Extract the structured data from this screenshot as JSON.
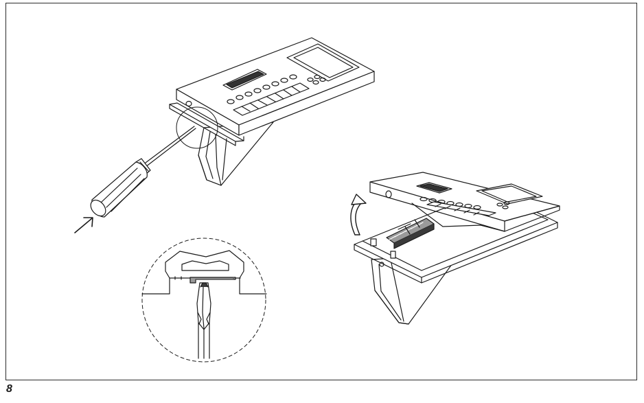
{
  "figure": {
    "number": "8",
    "line_color": "#1a1a1a",
    "fill_color": "#ffffff",
    "shade_light": "#cfcfcf",
    "shade_mid": "#9a9a9a",
    "shade_dark": "#3a3a3a"
  },
  "parts": [
    "device-front-panel-closed",
    "screwdriver",
    "push-arrow-icon",
    "detail-magnifier",
    "device-front-panel-open",
    "lift-arrow-icon"
  ]
}
